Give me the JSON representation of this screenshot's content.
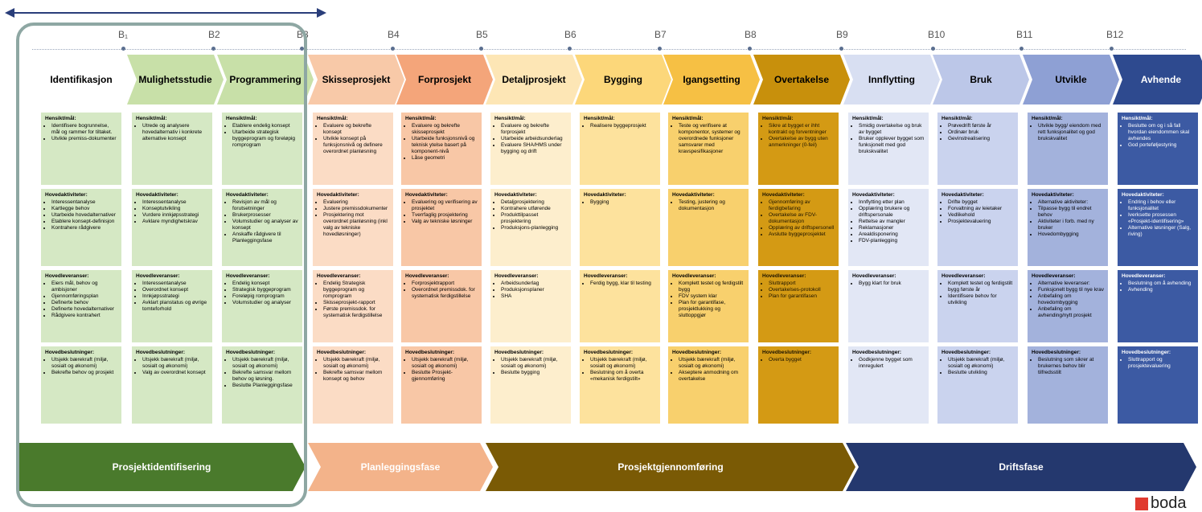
{
  "milestones": [
    "B₁",
    "B2",
    "B3",
    "B4",
    "B5",
    "B6",
    "B7",
    "B8",
    "B9",
    "B10",
    "B11",
    "B12"
  ],
  "section_headers": {
    "goal": "Hensikt/mål:",
    "activities": "Hovedaktiviteter:",
    "deliverables": "Hovedleveranser:",
    "decisions": "Hovedbeslutninger:"
  },
  "phases": [
    {
      "name": "Identifikasjon",
      "goal": [
        "Identifisere bogrunnelse, mål og rammer for tiltaket.",
        "Utvikle premiss-dokumenter"
      ],
      "activities": [
        "Interessentanalyse",
        "Kartlegge behov",
        "Utarbeide hovedalternativer",
        "Etablere konsept-definisjon",
        "Kontrahere rådgivere"
      ],
      "deliverables": [
        "Eiers mål, behov og ambisjoner",
        "Gjennomføringsplan",
        "Definerte behov",
        "Definerte hovedalternativer",
        "Rådgivere kontrahert"
      ],
      "decisions": [
        "Utsjekk bærekraft (miljø, sosialt og økonomi)",
        "Bekrefte behov og prosjekt"
      ]
    },
    {
      "name": "Mulighetsstudie",
      "goal": [
        "Utrede og analysere hovedalternativ i konkrete alternative konsept"
      ],
      "activities": [
        "Interessentanalyse",
        "Konseptutvikling",
        "Vurdere innkjøpsstrategi",
        "Avklare myndighetskrav"
      ],
      "deliverables": [
        "Interessentanalyse",
        "Overordnet konsept",
        "Innkjøpsstrategi",
        "Avklart planstatus og øvrige tomteforhold"
      ],
      "decisions": [
        "Utsjekk bærekraft (miljø, sosialt og økonomi)",
        "Valg av overordnet konsept"
      ]
    },
    {
      "name": "Programmering",
      "goal": [
        "Etablere endelig konsept",
        "Utarbeide strategisk byggeprogram og foreløpig romprogram"
      ],
      "activities": [
        "Revisjon av mål og forutsetninger",
        "Brukerprosesser",
        "Volumstudier og analyser av konsept",
        "Anskaffe rådgivere til Planleggingsfase"
      ],
      "deliverables": [
        "Endelig konsept",
        "Strategisk byggeprogram",
        "Foreløpig romprogram",
        "Volumstudier og analyser"
      ],
      "decisions": [
        "Utsjekk bærekraft (miljø, sosialt og økonomi)",
        "Bekrefte samsvar mellom behov og løsning.",
        "Beslutte Planleggingsfase"
      ]
    },
    {
      "name": "Skisseprosjekt",
      "goal": [
        "Evaluere og bekrefte konsept",
        "Utvikle konsept på funksjonsnivå og definere overordnet planløsning"
      ],
      "activities": [
        "Evaluering",
        "Justere premissdokumenter",
        "Prosjektering mot overordnet planløsning (inkl valg av tekniske hovedløsninger)"
      ],
      "deliverables": [
        "Endelig Strategisk byggeprogram og romprogram",
        "Skisseprosjekt-rapport",
        "Første premissdok. for systematisk ferdigstillelse"
      ],
      "decisions": [
        "Utsjekk bærekraft (miljø, sosialt og økonomi)",
        "Bekrefte samsvar mellom konsept og behov"
      ]
    },
    {
      "name": "Forprosjekt",
      "goal": [
        "Evaluere og bekrefte skisseprosjekt",
        "Utarbeide funksjonsnivå og teknisk ytelse basert på komponent-nivå",
        "Låse geometri"
      ],
      "activities": [
        "Evaluering og verifisering av prosjektet",
        "Tverrfaglig prosjektering",
        "Valg av tekniske løsninger"
      ],
      "deliverables": [
        "Forprosjektrapport",
        "Overordnet premissdok. for systematisk ferdigstillelse"
      ],
      "decisions": [
        "Utsjekk bærekraft (miljø, sosialt og økonomi)",
        "Beslutte Prosjekt-gjennomføring"
      ]
    },
    {
      "name": "Detaljprosjekt",
      "goal": [
        "Evaluere og bekrefte forprosjekt",
        "Utarbeide arbeidsunderlag",
        "Evaluere SHA/HMS under bygging og drift"
      ],
      "activities": [
        "Detaljprosjektering",
        "Kontrahere utførende",
        "Produkttilpasset prosjektering",
        "Produksjons-planlegging"
      ],
      "deliverables": [
        "Arbeidsunderlag",
        "Produksjonsplaner",
        "SHA"
      ],
      "decisions": [
        "Utsjekk bærekraft (miljø, sosialt og økonomi)",
        "Beslutte bygging"
      ]
    },
    {
      "name": "Bygging",
      "goal": [
        "Realisere byggeprosjekt"
      ],
      "activities": [
        "Bygging"
      ],
      "deliverables": [
        "Ferdig bygg, klar til testing"
      ],
      "decisions": [
        "Utsjekk bærekraft (miljø, sosialt og økonomi)",
        "Beslutning om å overta «mekanisk ferdigstilt»"
      ]
    },
    {
      "name": "Igangsetting",
      "goal": [
        "Teste og verifisere at komponentor, systemer og overordnede funksjoner samsvarer med kravspesifikasjoner"
      ],
      "activities": [
        "Testing, justering og dokumentasjon"
      ],
      "deliverables": [
        "Komplett testet og ferdigstilt bygg",
        "FDV system klar",
        "Plan for garantifase, prosjektlukking og sluttoppgjør"
      ],
      "decisions": [
        "Utsjekk bærekraft (miljø, sosialt og økonomi)",
        "Akseptere anmodning om overtakelse"
      ]
    },
    {
      "name": "Overtakelse",
      "goal": [
        "Sikre at bygget er ihht kontrakt og forventninger",
        "Overtakelse av bygg uten anmerkninger (0-feil)"
      ],
      "activities": [
        "Gjennomføring av ferdigbefaring",
        "Overtakelse av FDV-dokumentasjon",
        "Opplæring av driftspersonell",
        "Avslutte byggeprosjektet"
      ],
      "deliverables": [
        "Sluttrapport",
        "Overtakelses-protokoll",
        "Plan for garantifasen"
      ],
      "decisions": [
        "Overta bygget"
      ]
    },
    {
      "name": "Innflytting",
      "goal": [
        "Smidig overtakelse og bruk av bygget",
        "Bruker opplever bygget som funksjonelt med god brukskvalitet"
      ],
      "activities": [
        "Innflytting etter plan",
        "Opplæring brukere og driftspersonale",
        "Rettelse av mangler",
        "Reklamasjoner",
        "Arealdisponering",
        "FDV-planlegging"
      ],
      "deliverables": [
        "Bygg klart for bruk"
      ],
      "decisions": [
        "Godkjenne bygget som innregulert"
      ]
    },
    {
      "name": "Bruk",
      "goal": [
        "Prøvedrift første år",
        "Ordinær bruk",
        "Gevinstrealisering"
      ],
      "activities": [
        "Drifte bygget",
        "Forvaltning av leietaker",
        "Vedlikehold",
        "Prosjektevaluering"
      ],
      "deliverables": [
        "Komplett testet og ferdigstilt bygg første år",
        "Identifisere behov for utvikling"
      ],
      "decisions": [
        "Utsjekk bærekraft (miljø, sosialt og økonomi)",
        "Beslutte utvikling"
      ]
    },
    {
      "name": "Utvikle",
      "goal": [
        "Utvikle bygg/ eiendom med rett funksjonalitet og god brukskvalitet"
      ],
      "activities": [
        "Alternative aktiviteter:",
        "Tilpasse bygg til endret behov",
        "Aktiviteter i forb. med ny bruker",
        "Hovedombygging"
      ],
      "deliverables": [
        "Alternative leveranser:",
        "Funksjonelt bygg til nye krav",
        "Anbefaling om hovedombygging",
        "Anbefaling om avhending/nytt prosjekt"
      ],
      "decisions": [
        "Beslutning som sikrer at brukernes behov blir tilfredsstilt"
      ]
    },
    {
      "name": "Avhende",
      "goal": [
        "Beslutte om og i så fall hvordan eiendommen skal avhendes",
        "God porteføljestyring"
      ],
      "activities": [
        "Endring i behov eller funksjonalitet",
        "Iverksette prosessen «Prosjekt-identifisering»",
        "Alternative løsninger (Salg, riving)"
      ],
      "deliverables": [
        "Beslutning om å avhending",
        "Avhending"
      ],
      "decisions": [
        "Sluttrapport og prosjektevaluering"
      ]
    }
  ],
  "bands": [
    "Prosjektidentifisering",
    "Planleggingsfase",
    "Prosjektgjennomføring",
    "Driftsfase"
  ],
  "colors": {
    "green_head": "#c8e0a8",
    "green_cell": "#d5e8c4",
    "green_band": "#4a7a2c",
    "orange_head": "#f8c9a8",
    "orange_cell": "#fbdcc5",
    "orange_head2": "#f4a57a",
    "orange_cell2": "#f8c7a6",
    "orange_band": "#f3b38a",
    "yellow1_head": "#fde6b5",
    "yellow1_cell": "#fdeecd",
    "yellow2_head": "#fcd77a",
    "yellow2_cell": "#fde29d",
    "yellow3_head": "#f6c044",
    "yellow3_cell": "#f8d06d",
    "gold_head": "#c8900c",
    "gold_cell": "#d49a14",
    "gold_band": "#7a5a05",
    "blue1_head": "#d8dff2",
    "blue1_cell": "#e2e7f5",
    "blue2_head": "#bcc7e8",
    "blue2_cell": "#cad3ee",
    "blue3_head": "#8ea0d4",
    "blue3_cell": "#a3b2dc",
    "blue4_head": "#2e4a8f",
    "blue4_cell": "#3c5aa3",
    "blue_band": "#24386e"
  },
  "logo_text": "boda"
}
